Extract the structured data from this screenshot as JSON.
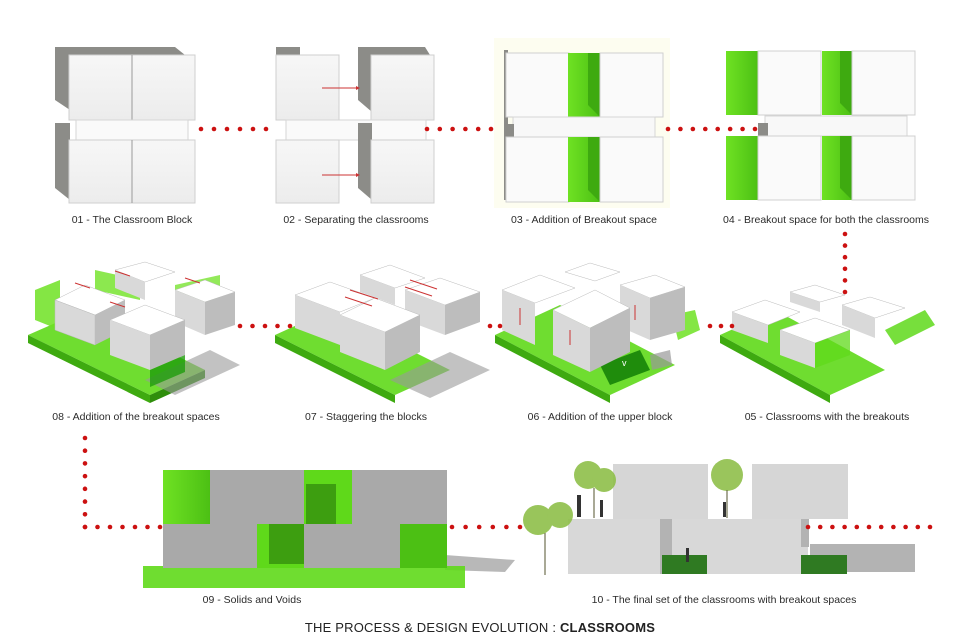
{
  "colors": {
    "connector": "#cc1111",
    "green": "#5fd91a",
    "green_dark": "#2f9e10",
    "block_face": "#f4f4f4",
    "block_side": "#8c8c88",
    "elevation_grey": "#a9a9a9",
    "tree": "#8fbf4a"
  },
  "steps": [
    {
      "number": "01",
      "caption": "01 - The Classroom Block"
    },
    {
      "number": "02",
      "caption": "02 - Separating the classrooms"
    },
    {
      "number": "03",
      "caption": "03 - Addition of Breakout space"
    },
    {
      "number": "04",
      "caption": "04 - Breakout space for both the classrooms"
    },
    {
      "number": "05",
      "caption": "05 - Classrooms with the breakouts"
    },
    {
      "number": "06",
      "caption": "06 - Addition of the upper block"
    },
    {
      "number": "07",
      "caption": "07 - Staggering the blocks"
    },
    {
      "number": "08",
      "caption": "08 - Addition of the breakout spaces"
    },
    {
      "number": "09",
      "caption": "09 - Solids and Voids"
    },
    {
      "number": "10",
      "caption": "10 - The final set of the classrooms with breakout spaces"
    }
  ],
  "title": {
    "prefix": "THE PROCESS & DESIGN EVOLUTION : ",
    "emphasis": "CLASSROOMS"
  }
}
